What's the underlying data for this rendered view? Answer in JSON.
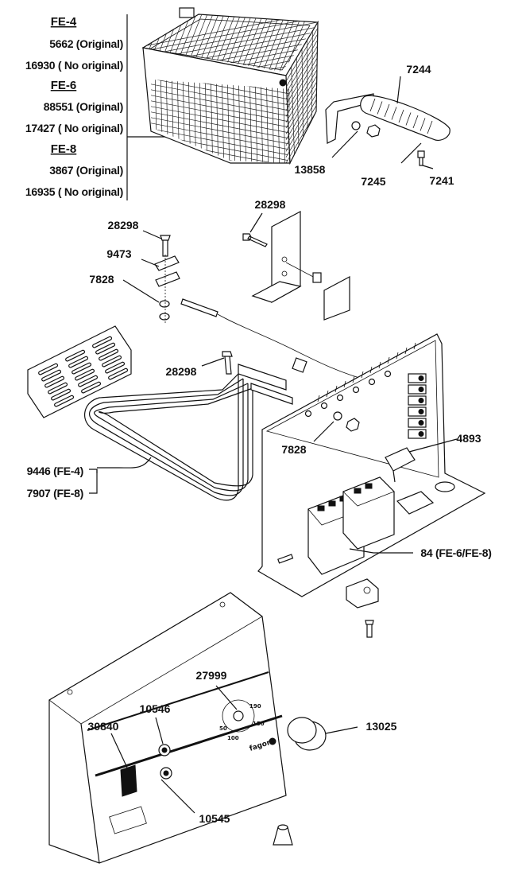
{
  "models": [
    {
      "name": "FE-4",
      "original": "5662 (Original)",
      "no_original": "16930 ( No original)"
    },
    {
      "name": "FE-6",
      "original": "88551 (Original)",
      "no_original": "17427 ( No original)"
    },
    {
      "name": "FE-8",
      "original": "3867 (Original)",
      "no_original": "16935 ( No original)"
    }
  ],
  "callouts": {
    "basket_handle": "7244",
    "handle_screw": "13858",
    "handle_bracket": "7245",
    "handle_bolt": "7241",
    "screw_bracket": "28298",
    "screw_top": "28298",
    "clip": "9473",
    "nut_left": "7828",
    "screw_heater": "28298",
    "nut_panel": "7828",
    "microswitch": "4893",
    "heater_fe4": "9446 (FE-4)",
    "heater_fe8": "7907 (FE-8)",
    "contactor": "84 (FE-6/FE-8)",
    "thermostat": "27999",
    "pilot_lamp_top": "10546",
    "switch": "30840",
    "knob": "13025",
    "pilot_lamp_bottom": "10545"
  },
  "brand_text": "fagor",
  "dial_marks": [
    "50",
    "100",
    "150",
    "190"
  ]
}
